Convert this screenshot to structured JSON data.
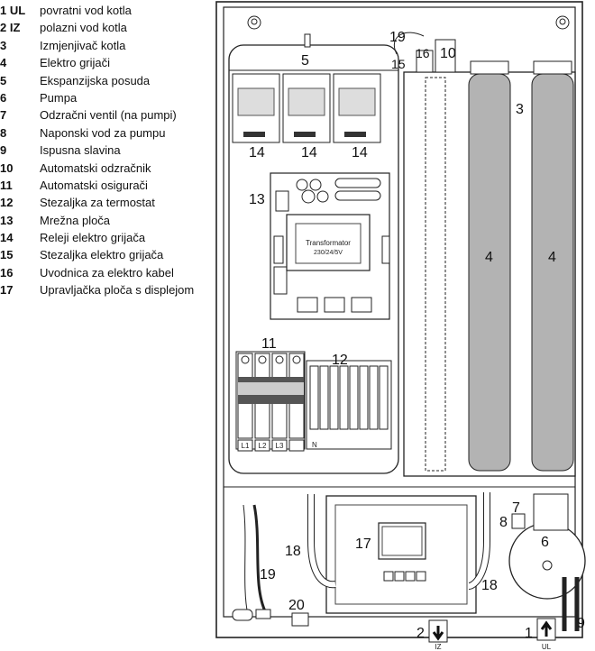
{
  "legend": [
    {
      "num": "1 UL",
      "text": "povratni vod kotla"
    },
    {
      "num": "2 IZ",
      "text": "polazni vod kotla"
    },
    {
      "num": "3",
      "text": "Izmjenjivač kotla"
    },
    {
      "num": "4",
      "text": "Elektro grijači"
    },
    {
      "num": "5",
      "text": "Ekspanzijska posuda"
    },
    {
      "num": "6",
      "text": "Pumpa"
    },
    {
      "num": "7",
      "text": "Odzračni ventil (na pumpi)"
    },
    {
      "num": "8",
      "text": "Naponski vod za pumpu"
    },
    {
      "num": "9",
      "text": "Ispusna slavina"
    },
    {
      "num": "10",
      "text": "Automatski odzračnik"
    },
    {
      "num": "11",
      "text": "Automatski osigurači"
    },
    {
      "num": "12",
      "text": "Stezaljka za termostat"
    },
    {
      "num": "13",
      "text": "Mrežna ploča"
    },
    {
      "num": "14",
      "text": "Releji elektro grijača"
    },
    {
      "num": "15",
      "text": "Stezaljka elektro grijača"
    },
    {
      "num": "16",
      "text": "Uvodnica za elektro kabel"
    },
    {
      "num": "17",
      "text": "Upravljačka ploča s displejom"
    }
  ],
  "callouts": {
    "c1": "1",
    "c2": "2",
    "c3": "3",
    "c4a": "4",
    "c4b": "4",
    "c5": "5",
    "c6": "6",
    "c7": "7",
    "c8": "8",
    "c9": "9",
    "c10": "10",
    "c11": "11",
    "c12": "12",
    "c13": "13",
    "c14a": "14",
    "c14b": "14",
    "c14c": "14",
    "c15": "15",
    "c16": "16",
    "c17": "17",
    "c18a": "18",
    "c18b": "18",
    "c19a": "19",
    "c19b": "19",
    "c20": "20"
  },
  "pipe_labels": {
    "iz": "IZ",
    "ul": "UL"
  },
  "transformer": {
    "title": "Transformator",
    "spec": "230/24/5V"
  },
  "fuse_labels": {
    "l1": "L1",
    "l2": "L2",
    "l3": "L3",
    "n": "N"
  }
}
